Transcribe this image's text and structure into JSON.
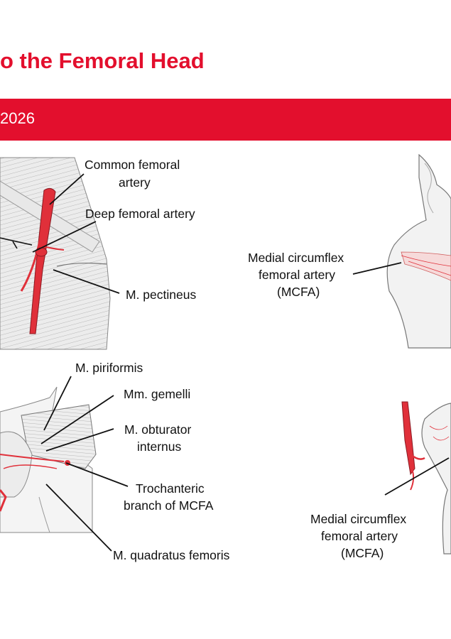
{
  "title": "o the Femoral Head",
  "banner_text": "2026",
  "labels": {
    "common_femoral_artery_1": "Common femoral",
    "common_femoral_artery_2": "artery",
    "deep_femoral_artery": "Deep femoral artery",
    "m_pectineus": "M. pectineus",
    "mcfa_top_1": "Medial circumflex",
    "mcfa_top_2": "femoral artery",
    "mcfa_top_3": "(MCFA)",
    "m_piriformis": "M. piriformis",
    "mm_gemelli": "Mm. gemelli",
    "m_obturator_1": "M. obturator",
    "m_obturator_2": "internus",
    "trochanteric_1": "Trochanteric",
    "trochanteric_2": "branch of MCFA",
    "m_quadratus": "M. quadratus femoris",
    "mcfa_bottom_1": "Medial circumflex",
    "mcfa_bottom_2": "femoral artery",
    "mcfa_bottom_3": "(MCFA)"
  },
  "colors": {
    "accent": "#e30f2d",
    "artery": "#e0303a",
    "bone": "#f2f2f2",
    "line": "#111111"
  }
}
